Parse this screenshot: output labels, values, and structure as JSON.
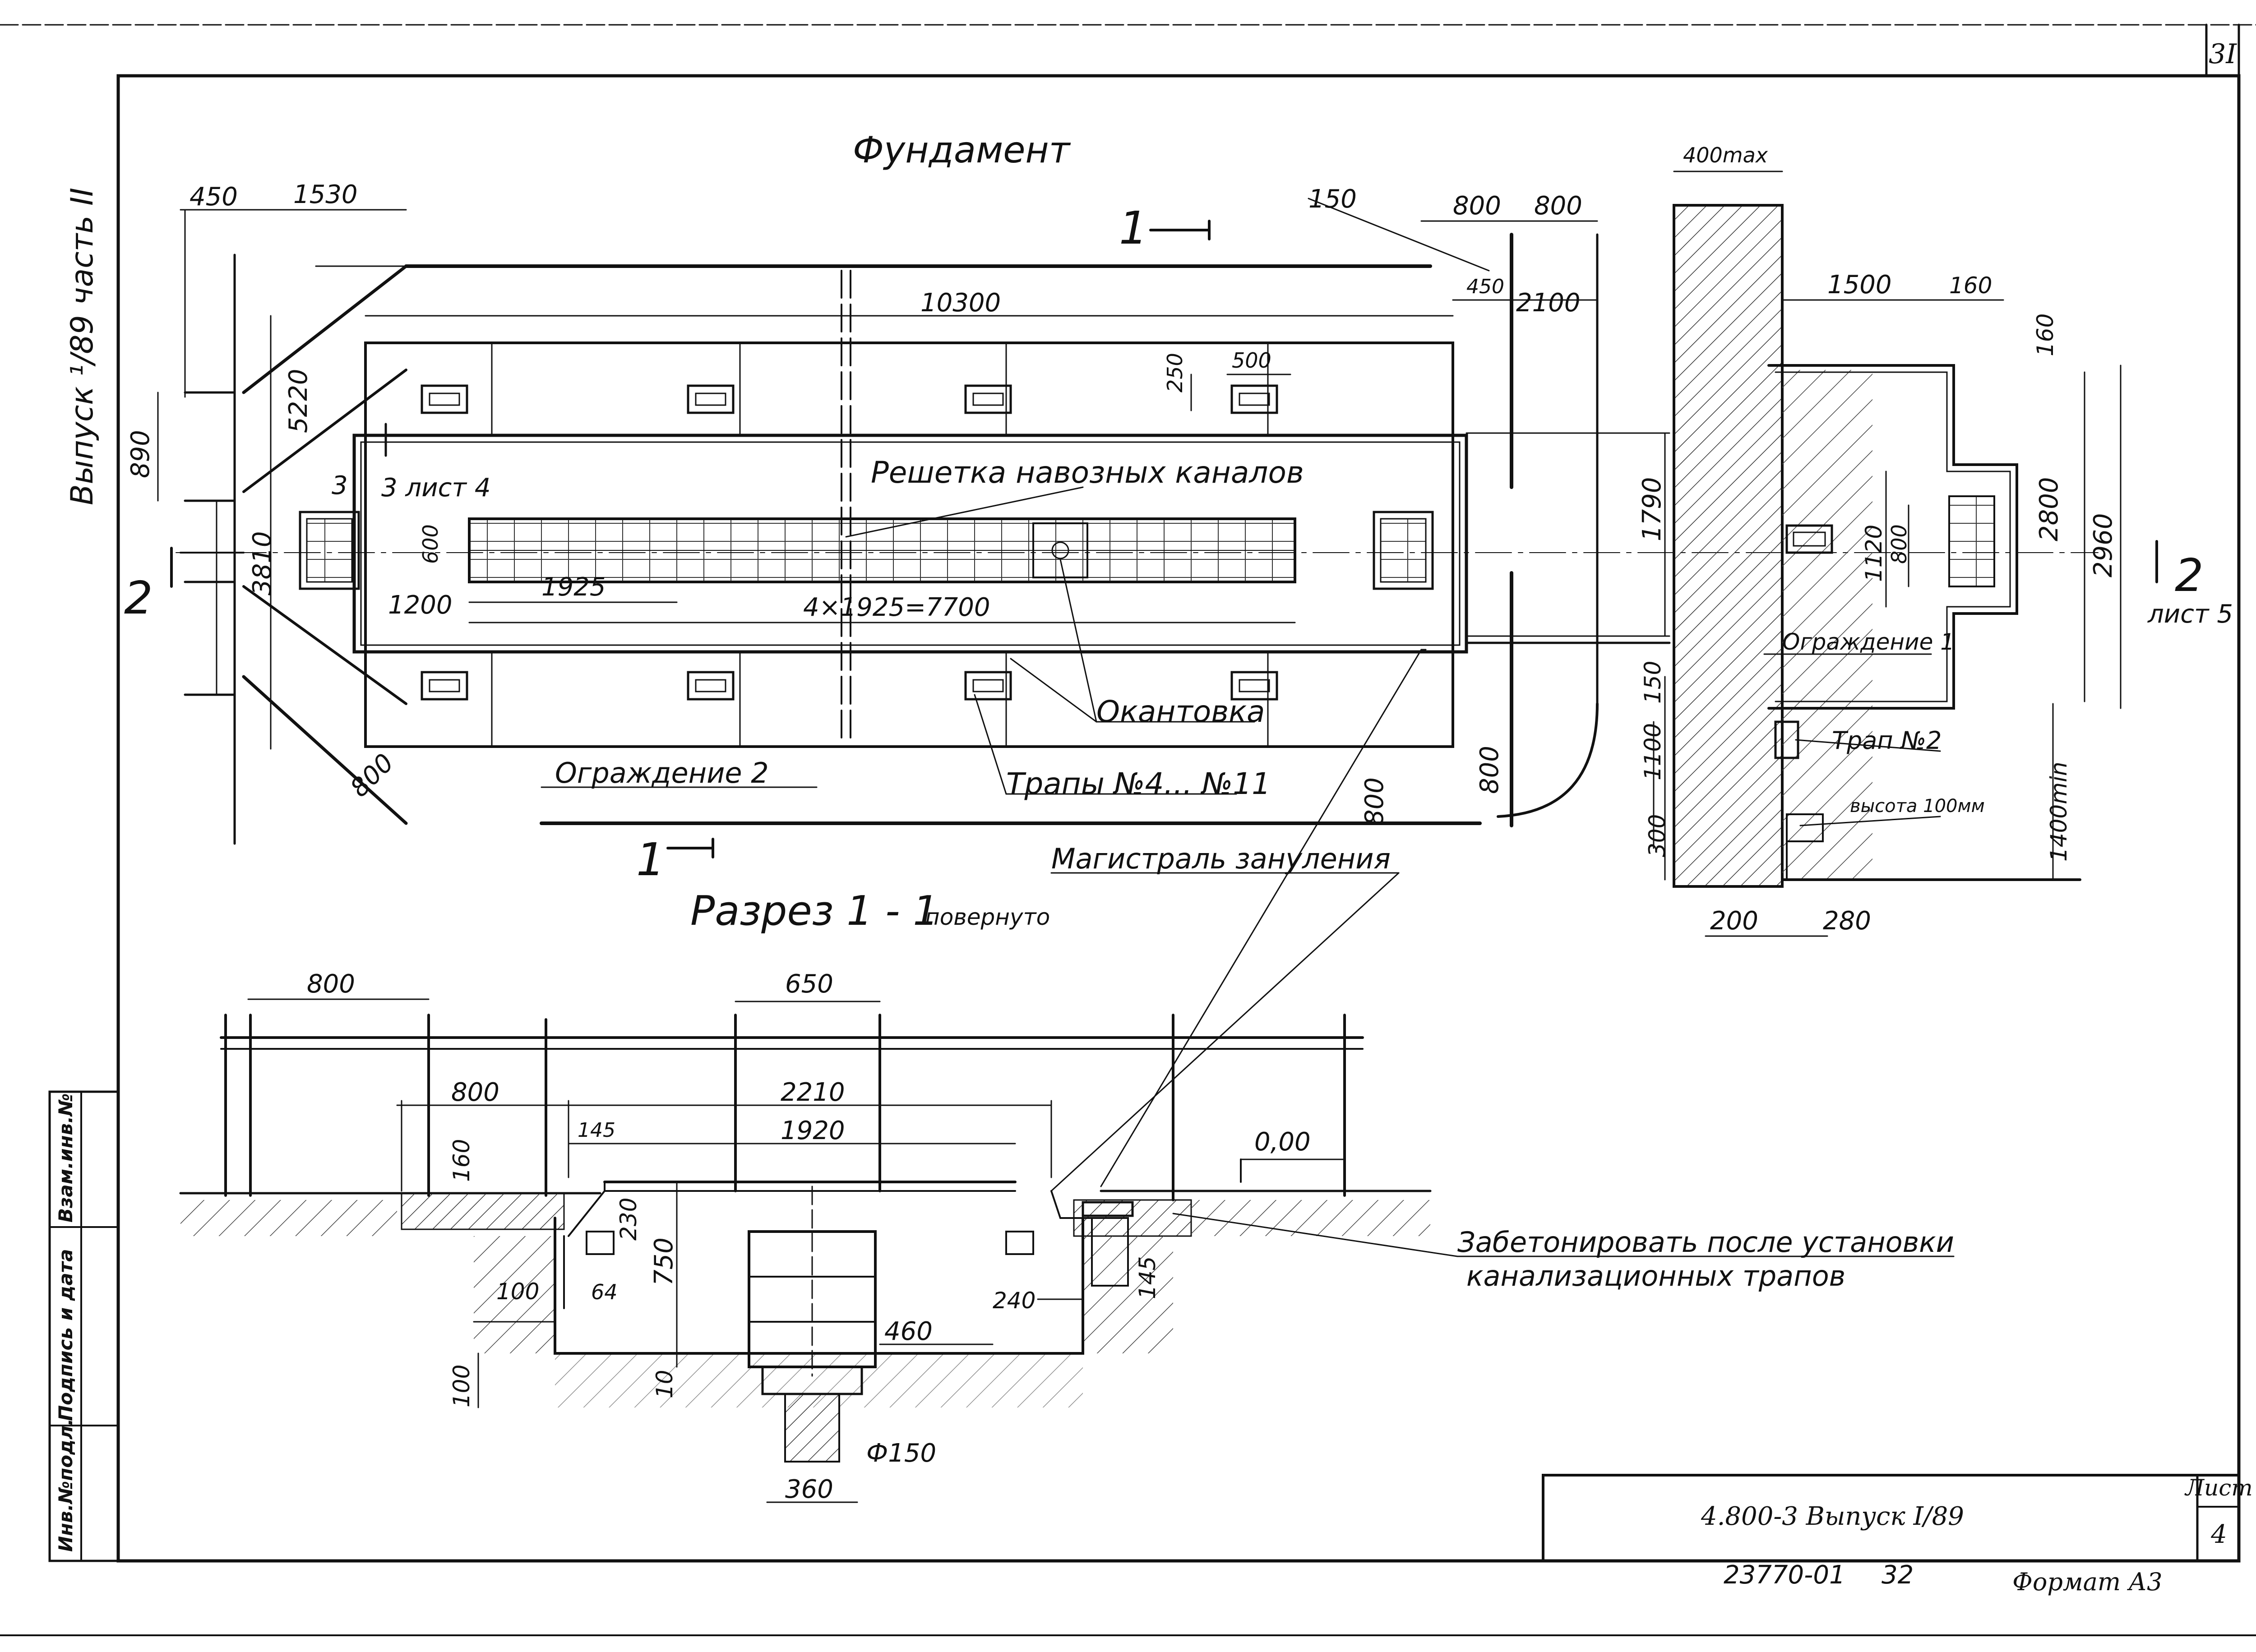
{
  "sheet": {
    "page_number": "3I",
    "side_title": "Выпуск ¹/89 часть II",
    "stamp_labels": [
      "Инв.№подл.",
      "Подпись и дата",
      "Взам.инв.№"
    ],
    "title_block": {
      "code": "4.800-3 Выпуск I/89",
      "list_label": "Лист",
      "list_number": "4",
      "archive_number": "23770-01",
      "archive_page": "32",
      "format": "Формат А3"
    }
  },
  "plan": {
    "title": "Фундамент",
    "cut_label_top": "1",
    "cut_label_bottom": "1",
    "cut2_label": "2",
    "cut2_sheet": "лист 5",
    "cut3_label": "3",
    "cut3_sheet": "3 лист 4",
    "dims": {
      "d450": "450",
      "d1530": "1530",
      "d10300": "10300",
      "d150": "150",
      "d800a": "800",
      "d800b": "800",
      "d450b": "450",
      "d2100": "2100",
      "d5220": "5220",
      "d890": "890",
      "d3810": "3810",
      "d250": "250",
      "d500": "500",
      "d600": "600",
      "d1200": "1200",
      "d1925": "1925",
      "d7700": "4×1925=7700",
      "d1790": "1790",
      "d800c": "800",
      "d800d": "800",
      "d400": "400mах",
      "d1500": "1500",
      "d160a": "160",
      "d160b": "160",
      "d2800": "2800",
      "d2960": "2960",
      "d1120": "1120",
      "d800e": "800",
      "d150b": "150",
      "d1100": "1100",
      "d300": "300",
      "d1400": "1400min",
      "d200": "200",
      "d280": "280"
    },
    "labels": {
      "grate": "Решетка навозных каналов",
      "edging": "Окантовка",
      "drains": "Трапы №4... №11",
      "fence2": "Ограждение 2",
      "fence1": "Ограждение 1",
      "drain2": "Трап №2",
      "height": "высота 100мм",
      "ground": "Магистраль зануления"
    }
  },
  "section": {
    "title": "Разрез 1 - 1",
    "title_note": "повернуто",
    "dims": {
      "d800a": "800",
      "d650": "650",
      "d800b": "800",
      "d2210": "2210",
      "d145": "145",
      "d1920": "1920",
      "d160": "160",
      "d000": "0,00",
      "d230": "230",
      "d750": "750",
      "d100a": "100",
      "d64": "64",
      "d100b": "100",
      "d10": "10",
      "d460": "460",
      "d240": "240",
      "d145b": "145",
      "d150": "Ф150",
      "d360": "360"
    },
    "note": [
      "Забетонировать после установки",
      "канализационных трапов"
    ]
  }
}
